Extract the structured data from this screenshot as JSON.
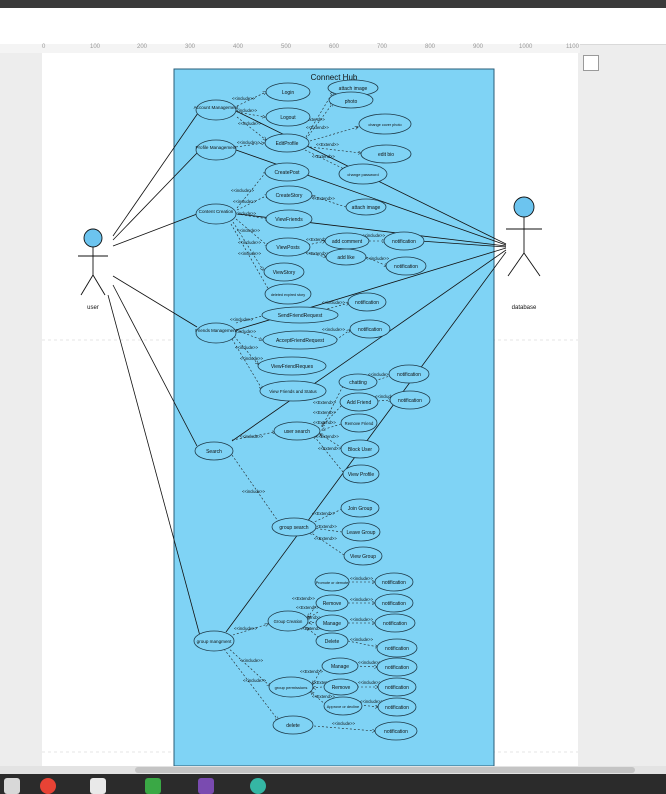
{
  "ruler": {
    "ticks": [
      "0",
      "100",
      "200",
      "300",
      "400",
      "500",
      "600",
      "700",
      "800",
      "900",
      "1000",
      "1100"
    ]
  },
  "diagram": {
    "title": "Connect Hub",
    "actors": {
      "user": "user",
      "database": "database"
    },
    "use_cases": {
      "account_management": "Account Management",
      "profile_management": "Profile Management",
      "content_creation": "Content Creation",
      "friends_management": "Friends Management",
      "search": "Search",
      "group_management": "group mangment",
      "login": "Login",
      "logout": "Logout",
      "attach_image_1": "attach image",
      "photo": "photo",
      "edit_profile": "EditProfile",
      "change_cover_photo": "change cover photo",
      "edit_bio": "edit bio",
      "change_password": "change password",
      "create_post": "CreatePost",
      "create_story": "CreateStory",
      "attach_image_2": "attach image",
      "view_friends": "ViewFriends",
      "view_posts": "ViewPosts",
      "add_comment": "add comment",
      "add_like": "add like",
      "view_story": "ViewStory",
      "deleted_expired_story": "deleted expired story",
      "send_friend_request": "SendFriendRequest",
      "accept_friend_request": "AcceptFriendRequest",
      "view_friend_requests": "ViewFriendReques",
      "view_friends_status": "View Friends and Status",
      "user_search": "user search",
      "chatting": "chatting",
      "add_friend": "Add Friend",
      "remove_friend": "Remove Friend",
      "block_user": "Block User",
      "view_profile": "View Profile",
      "group_search": "group search",
      "join_group": "Join Group",
      "leave_group": "Leave Group",
      "view_group": "View Group",
      "group_creation": "Group Creation",
      "promote_demote": "Promote or demote",
      "remove_1": "Remove",
      "manage_1": "Manage",
      "delete_1": "Delete",
      "group_permissions": "group permissions",
      "manage_2": "Manage",
      "remove_2": "Remove",
      "approve_decline": "Approve or decline",
      "delete_2": "delete",
      "notification": "notification"
    },
    "stereotypes": {
      "include": "<<include>>",
      "extend": "<<Extend>>"
    },
    "colors": {
      "system_fill": "#7fd3f5",
      "system_border": "#2a5d78",
      "ellipse_fill": "#7fd3f5",
      "actor_fill": "#6cc4ef",
      "page": "#ffffff"
    }
  },
  "taskbar": {
    "icons": [
      "explorer-icon",
      "chrome-icon",
      "folder-icon",
      "office-icon",
      "visual-studio-icon",
      "app-icon"
    ]
  }
}
